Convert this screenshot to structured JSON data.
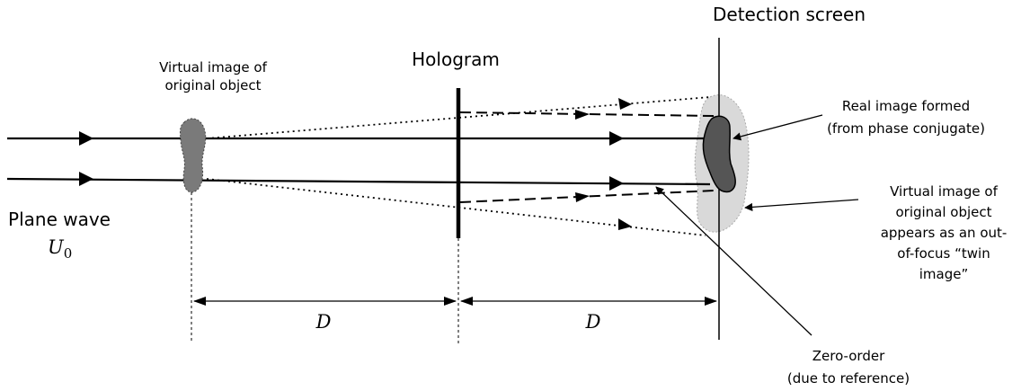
{
  "labels": {
    "detection_screen": "Detection screen",
    "hologram": "Hologram",
    "virtual_image_line1": "Virtual image of",
    "virtual_image_line2": "original object",
    "real_image_line1": "Real image formed",
    "real_image_line2": "(from phase conjugate)",
    "twin_line1": "Virtual image of",
    "twin_line2": "original object",
    "twin_line3": "appears as an out-",
    "twin_line4": "of-focus “twin",
    "twin_line5": "image”",
    "plane_wave": "Plane wave",
    "u0_symbol": "U",
    "u0_subscript": "0",
    "distance_left": "D",
    "distance_right": "D",
    "zero_order_line1": "Zero-order",
    "zero_order_line2": "(due to reference)"
  },
  "colors": {
    "line": "#000000",
    "object_fill": "#7a7a7a",
    "real_image_fill": "#555555",
    "twin_image_fill": "#d9d9d9"
  }
}
